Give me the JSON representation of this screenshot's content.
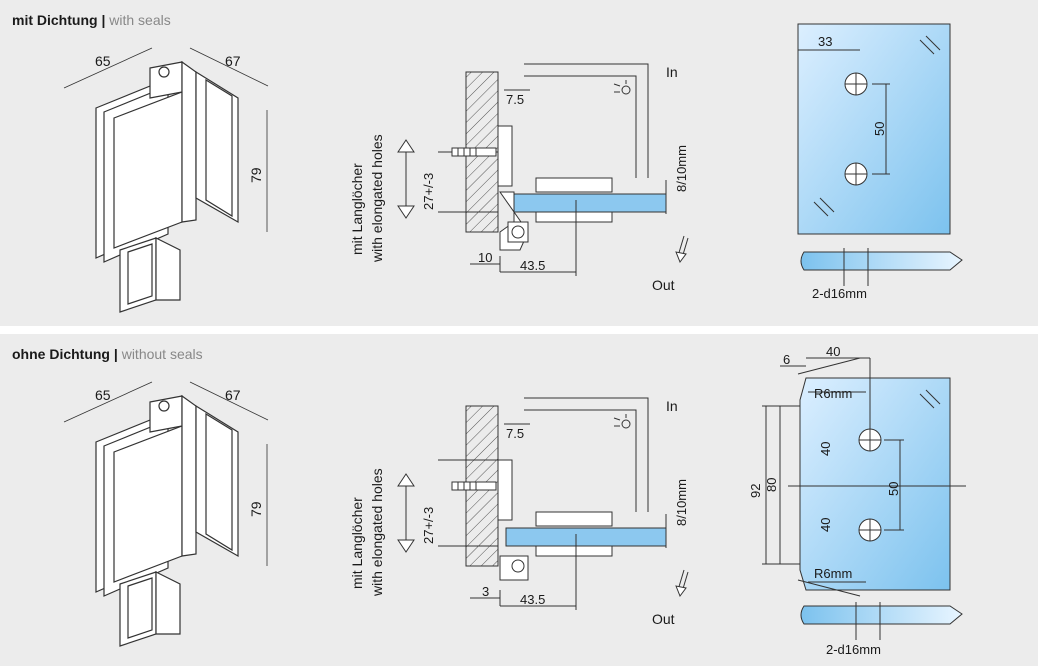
{
  "colors": {
    "panel": "#ececec",
    "glass": "#8cc8ef",
    "glass_light": "#dcefff",
    "line": "#333333",
    "heading_muted": "#888888"
  },
  "icons": [
    "screw-icon",
    "light-icon",
    "out-arrow-icon"
  ],
  "top": {
    "heading_de": "mit Dichtung",
    "heading_sep": "|",
    "heading_en": "with seals",
    "dim_width": "65",
    "dim_depth": "67",
    "dim_height": "79",
    "slot_label_de": "mit Langlöcher",
    "slot_label_en": "with elongated holes",
    "dim_adjust": "27+/-3",
    "dim_7_5": "7.5",
    "dim_glass": "8/10mm",
    "dim_offset": "10",
    "dim_43_5": "43.5",
    "label_in": "In",
    "label_out": "Out",
    "dim_edge": "33",
    "dim_hole_spacing": "50",
    "hole_label": "2-d16mm"
  },
  "bottom": {
    "heading_de": "ohne Dichtung",
    "heading_sep": "|",
    "heading_en": "without seals",
    "dim_width": "65",
    "dim_depth": "67",
    "dim_height": "79",
    "slot_label_de": "mit Langlöcher",
    "slot_label_en": "with elongated holes",
    "dim_adjust": "27+/-3",
    "dim_7_5": "7.5",
    "dim_glass": "8/10mm",
    "dim_offset": "3",
    "dim_43_5": "43.5",
    "label_in": "In",
    "label_out": "Out",
    "dim_notch": "6",
    "dim_edge": "40",
    "radius_top": "R6mm",
    "radius_bottom": "R6mm",
    "dim_total": "92",
    "dim_inner": "80",
    "dim_half_top": "40",
    "dim_half_bottom": "40",
    "dim_hole_spacing": "50",
    "hole_label": "2-d16mm"
  }
}
